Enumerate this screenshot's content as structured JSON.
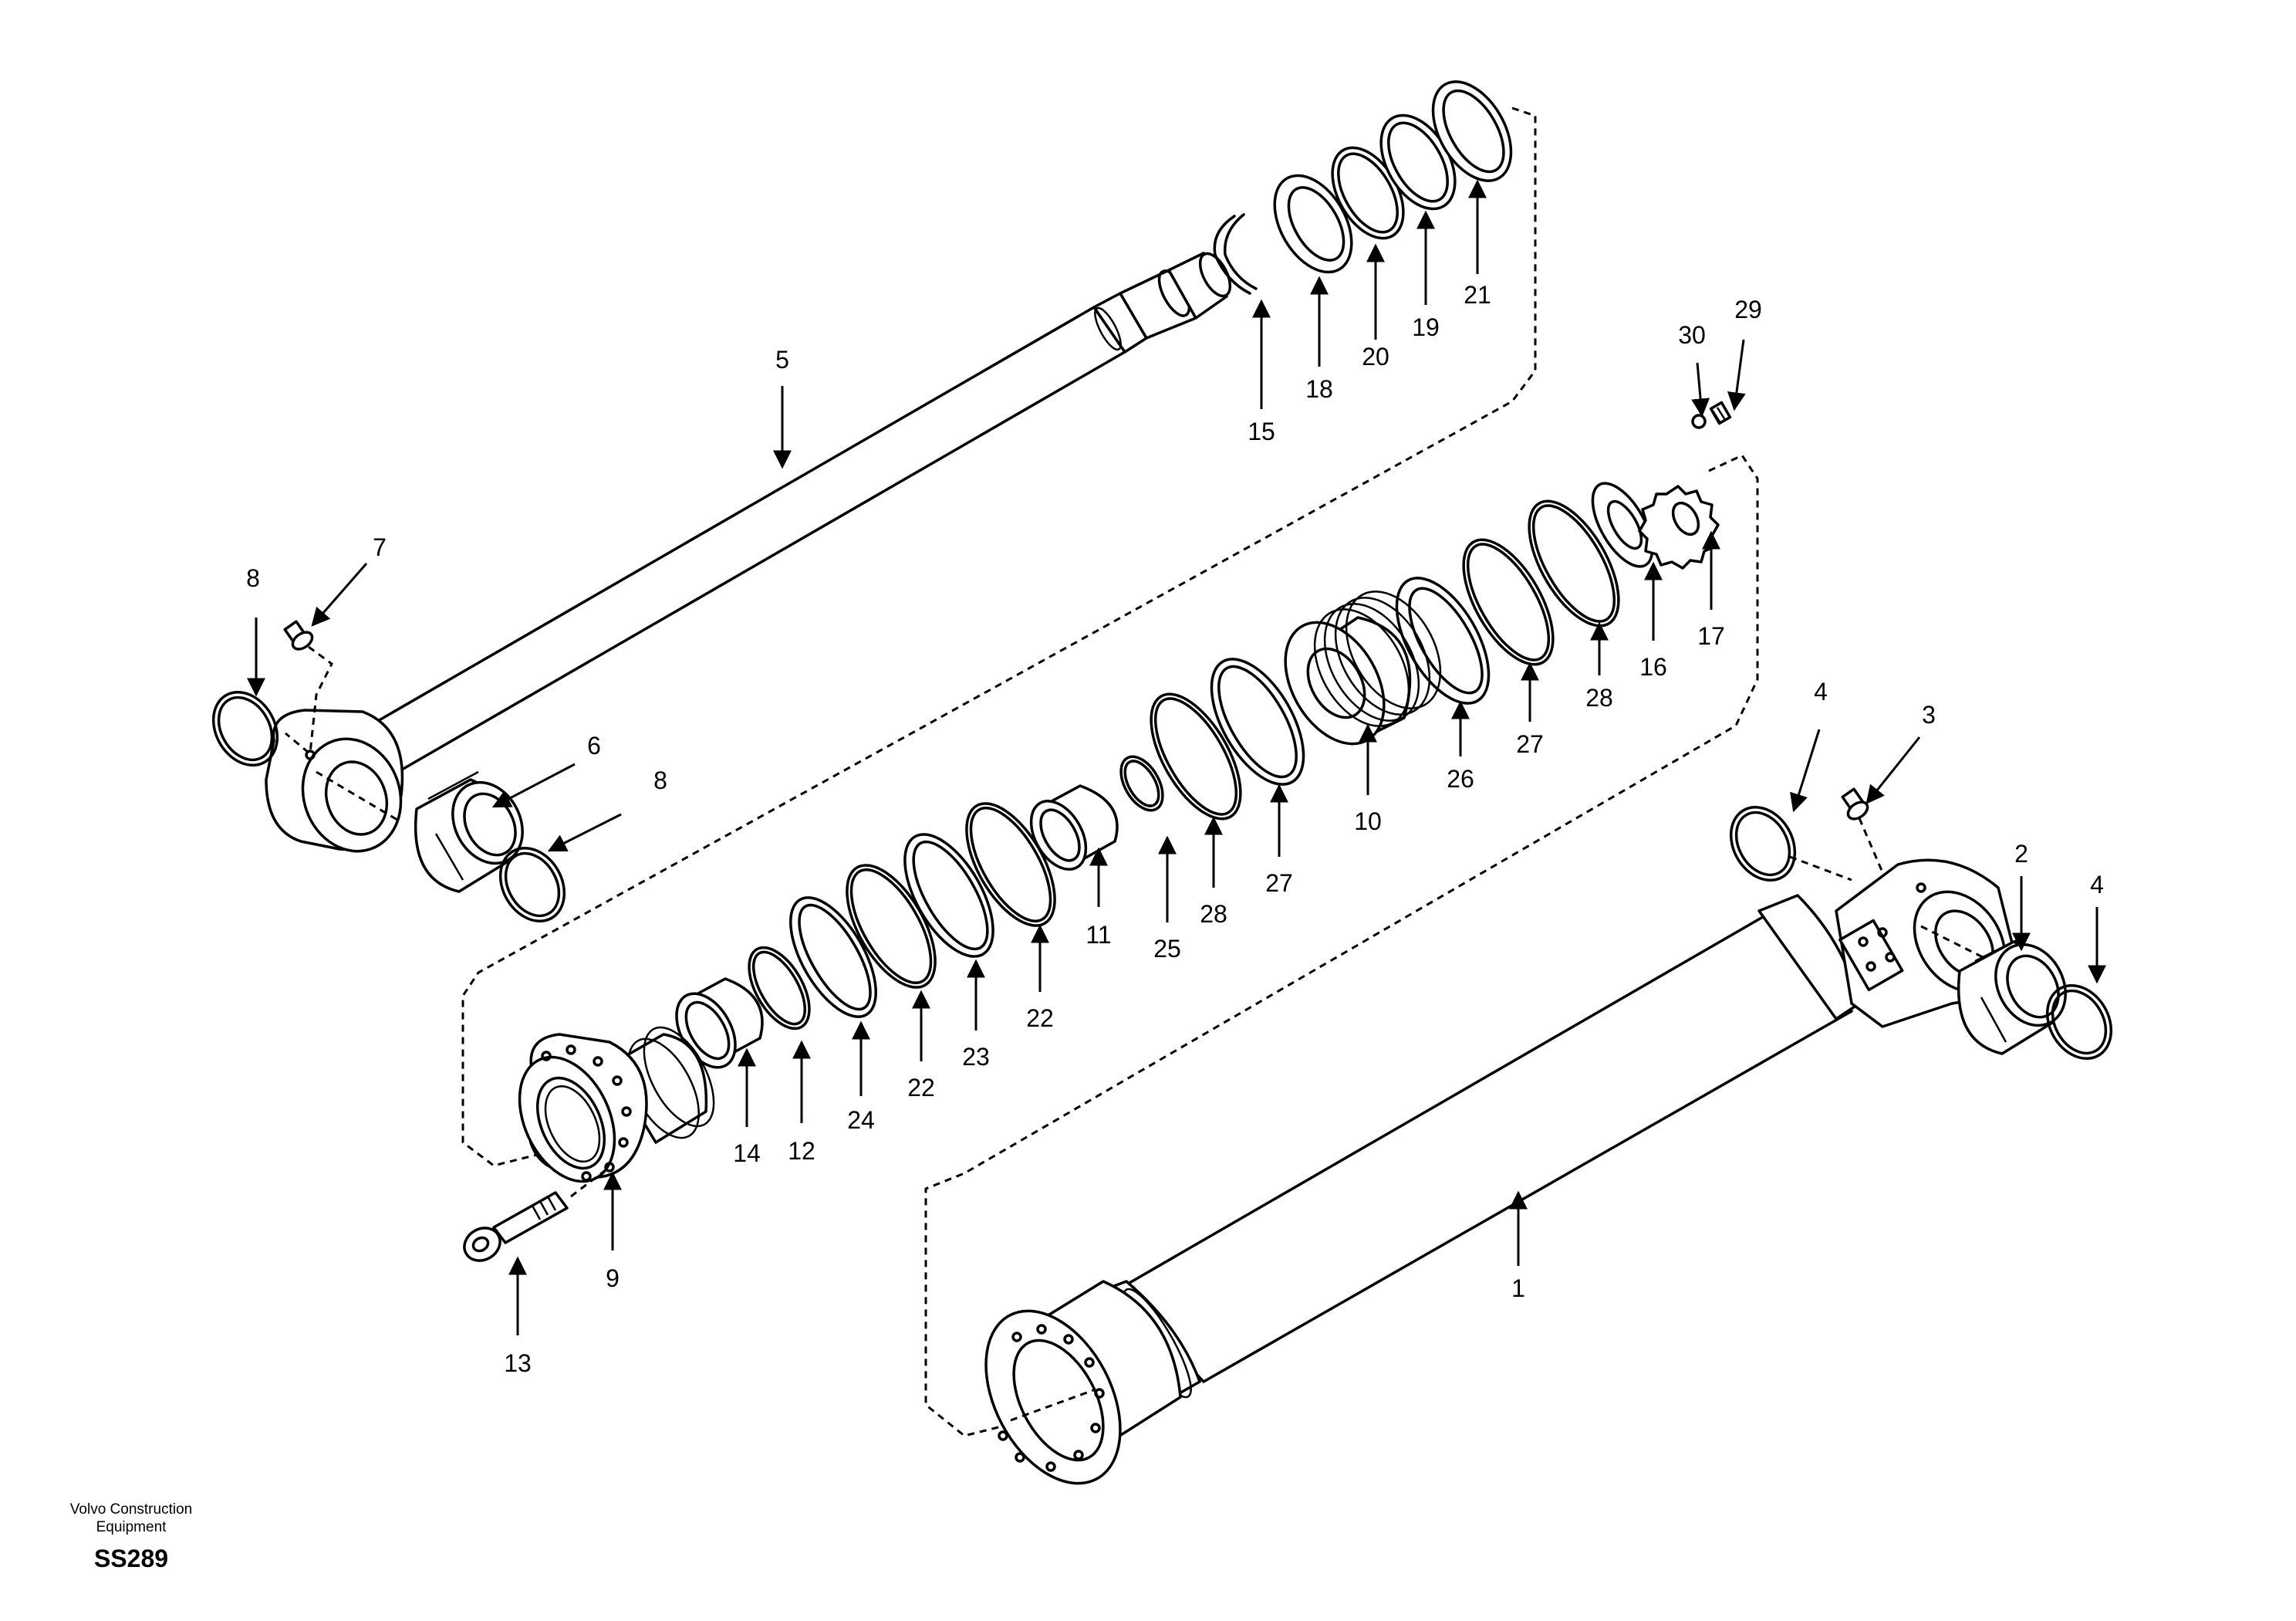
{
  "callouts": [
    {
      "id": "1",
      "label": "1"
    },
    {
      "id": "2",
      "label": "2"
    },
    {
      "id": "3",
      "label": "3"
    },
    {
      "id": "4a",
      "label": "4"
    },
    {
      "id": "4b",
      "label": "4"
    },
    {
      "id": "5",
      "label": "5"
    },
    {
      "id": "6",
      "label": "6"
    },
    {
      "id": "7",
      "label": "7"
    },
    {
      "id": "8a",
      "label": "8"
    },
    {
      "id": "8b",
      "label": "8"
    },
    {
      "id": "9",
      "label": "9"
    },
    {
      "id": "10",
      "label": "10"
    },
    {
      "id": "11",
      "label": "11"
    },
    {
      "id": "12",
      "label": "12"
    },
    {
      "id": "13",
      "label": "13"
    },
    {
      "id": "14",
      "label": "14"
    },
    {
      "id": "15",
      "label": "15"
    },
    {
      "id": "16",
      "label": "16"
    },
    {
      "id": "17",
      "label": "17"
    },
    {
      "id": "18",
      "label": "18"
    },
    {
      "id": "19",
      "label": "19"
    },
    {
      "id": "20",
      "label": "20"
    },
    {
      "id": "21",
      "label": "21"
    },
    {
      "id": "22a",
      "label": "22"
    },
    {
      "id": "22b",
      "label": "22"
    },
    {
      "id": "23",
      "label": "23"
    },
    {
      "id": "24",
      "label": "24"
    },
    {
      "id": "25",
      "label": "25"
    },
    {
      "id": "26",
      "label": "26"
    },
    {
      "id": "27a",
      "label": "27"
    },
    {
      "id": "27b",
      "label": "27"
    },
    {
      "id": "28a",
      "label": "28"
    },
    {
      "id": "28b",
      "label": "28"
    },
    {
      "id": "29",
      "label": "29"
    },
    {
      "id": "30",
      "label": "30"
    }
  ],
  "footer": {
    "company_line1": "Volvo Construction",
    "company_line2": "Equipment",
    "drawing_code": "SS289"
  }
}
